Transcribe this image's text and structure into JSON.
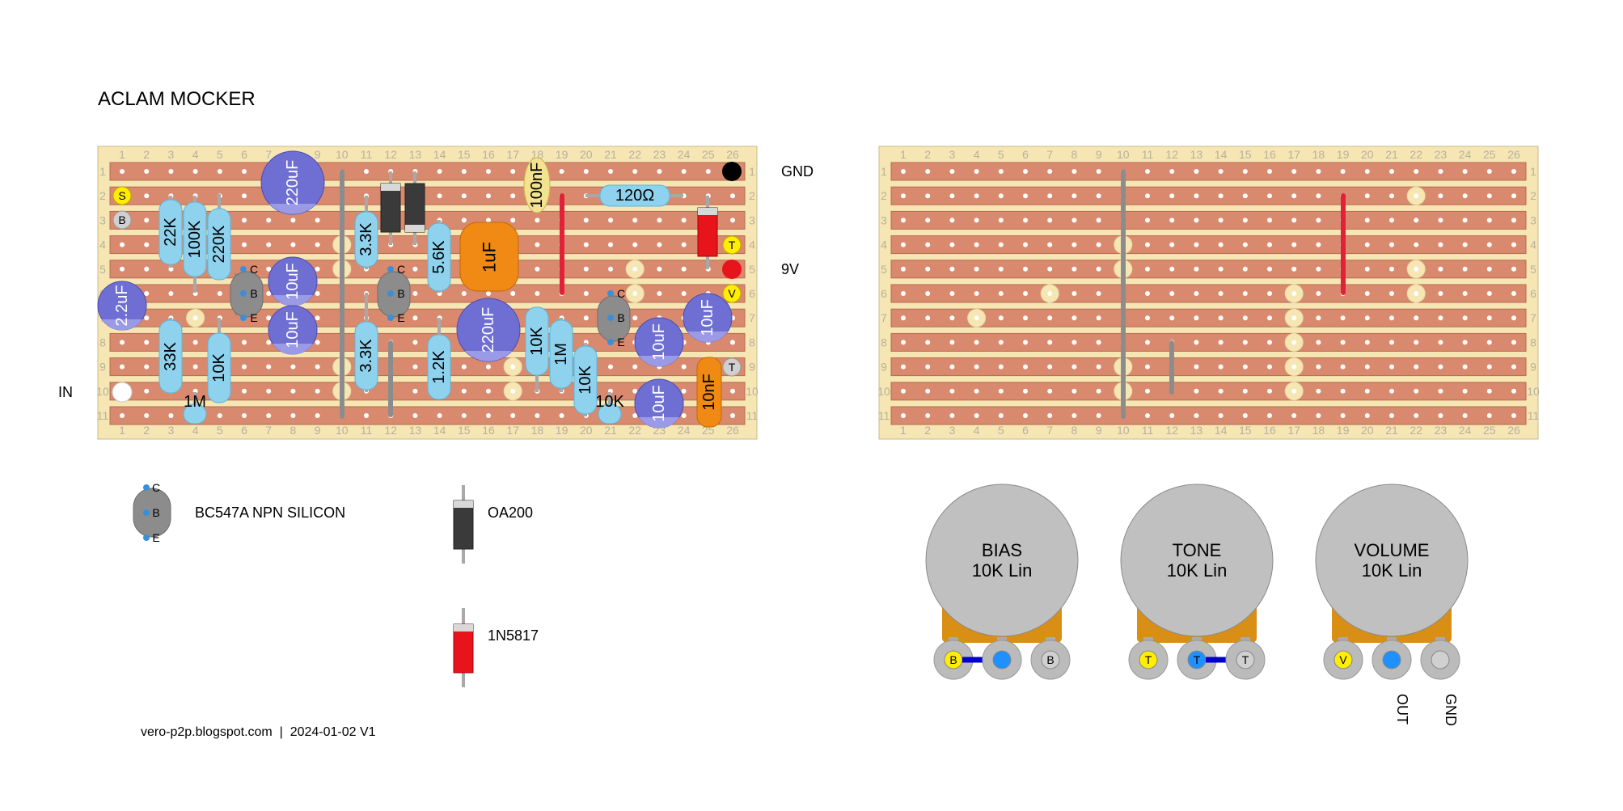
{
  "title": "ACLAM MOCKER",
  "footer": "vero-p2p.blogspot.com  |  2024-01-02 V1",
  "board": {
    "column_labels": [
      "1",
      "2",
      "3",
      "4",
      "5",
      "6",
      "7",
      "8",
      "9",
      "10",
      "11",
      "12",
      "13",
      "14",
      "15",
      "16",
      "17",
      "18",
      "19",
      "20",
      "21",
      "22",
      "23",
      "24",
      "25",
      "26"
    ],
    "row_labels": [
      "1",
      "2",
      "3",
      "4",
      "5",
      "6",
      "7",
      "8",
      "9",
      "10",
      "11"
    ]
  },
  "labels": {
    "gnd": "GND",
    "nine_v": "9V",
    "in": "IN",
    "out": "OUT",
    "gnd_pot": "GND"
  },
  "components": {
    "resistors": [
      {
        "label": "22K"
      },
      {
        "label": "100K"
      },
      {
        "label": "220K"
      },
      {
        "label": "33K"
      },
      {
        "label": "10K"
      },
      {
        "label": "1M"
      },
      {
        "label": "3.3K"
      },
      {
        "label": "3.3K"
      },
      {
        "label": "5.6K"
      },
      {
        "label": "1.2K"
      },
      {
        "label": "10K"
      },
      {
        "label": "1M"
      },
      {
        "label": "10K"
      },
      {
        "label": "10K"
      },
      {
        "label": "120Ω"
      }
    ],
    "electrolytics": [
      {
        "label": "2.2uF"
      },
      {
        "label": "220uF"
      },
      {
        "label": "10uF"
      },
      {
        "label": "10uF"
      },
      {
        "label": "220uF"
      },
      {
        "label": "10uF"
      },
      {
        "label": "10uF"
      },
      {
        "label": "10uF"
      }
    ],
    "film_caps": [
      {
        "label": "1uF"
      },
      {
        "label": "10nF"
      }
    ],
    "ceramic_caps": [
      {
        "label": "100nF"
      }
    ],
    "pads": {
      "s": "S",
      "b": "B",
      "t": "T",
      "v": "V"
    },
    "transistor_pins": {
      "c": "C",
      "b": "B",
      "e": "E"
    }
  },
  "legend": {
    "transistor": "BC547A NPN SILICON",
    "germanium_diode": "OA200",
    "schottky_diode": "1N5817"
  },
  "pots": [
    {
      "name": "BIAS",
      "value": "10K Lin",
      "lugs": [
        "B",
        "",
        "B"
      ]
    },
    {
      "name": "TONE",
      "value": "10K Lin",
      "lugs": [
        "T",
        "T",
        "T"
      ]
    },
    {
      "name": "VOLUME",
      "value": "10K Lin",
      "lugs": [
        "V",
        "",
        ""
      ]
    }
  ],
  "colors": {
    "board": "#f5e6b4",
    "strip": "#d98a6e",
    "resistor": "#8fd2ee",
    "electrolytic": "#6f6fd3",
    "film_cap": "#f08a14",
    "ceramic": "#f3e28f",
    "diode_black": "#3a3a3a",
    "diode_red": "#e8141c",
    "link_red": "#e0213a",
    "pot_body": "#c8c8c8",
    "pot_bracket": "#d98e16",
    "pad_yellow": "#ffee00",
    "pad_blue": "#1e90ff",
    "transistor": "#8c8c8c",
    "pot_jumper": "#0000cc"
  }
}
